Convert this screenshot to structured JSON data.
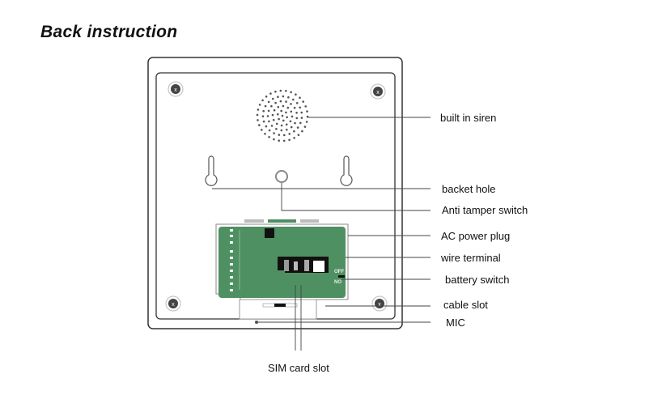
{
  "title": "Back instruction",
  "labels": {
    "siren": "built in siren",
    "bracket_hole": "backet hole",
    "tamper": "Anti tamper switch",
    "ac_plug": "AC power plug",
    "wire_terminal": "wire terminal",
    "battery_switch": "battery switch",
    "cable_slot": "cable slot",
    "mic": "MIC",
    "sim_slot": "SIM card slot"
  },
  "switch_text": {
    "off": "OFF",
    "on": "NO"
  },
  "colors": {
    "pcb": "#4f9062",
    "outline": "#333333",
    "leader": "#444444"
  }
}
